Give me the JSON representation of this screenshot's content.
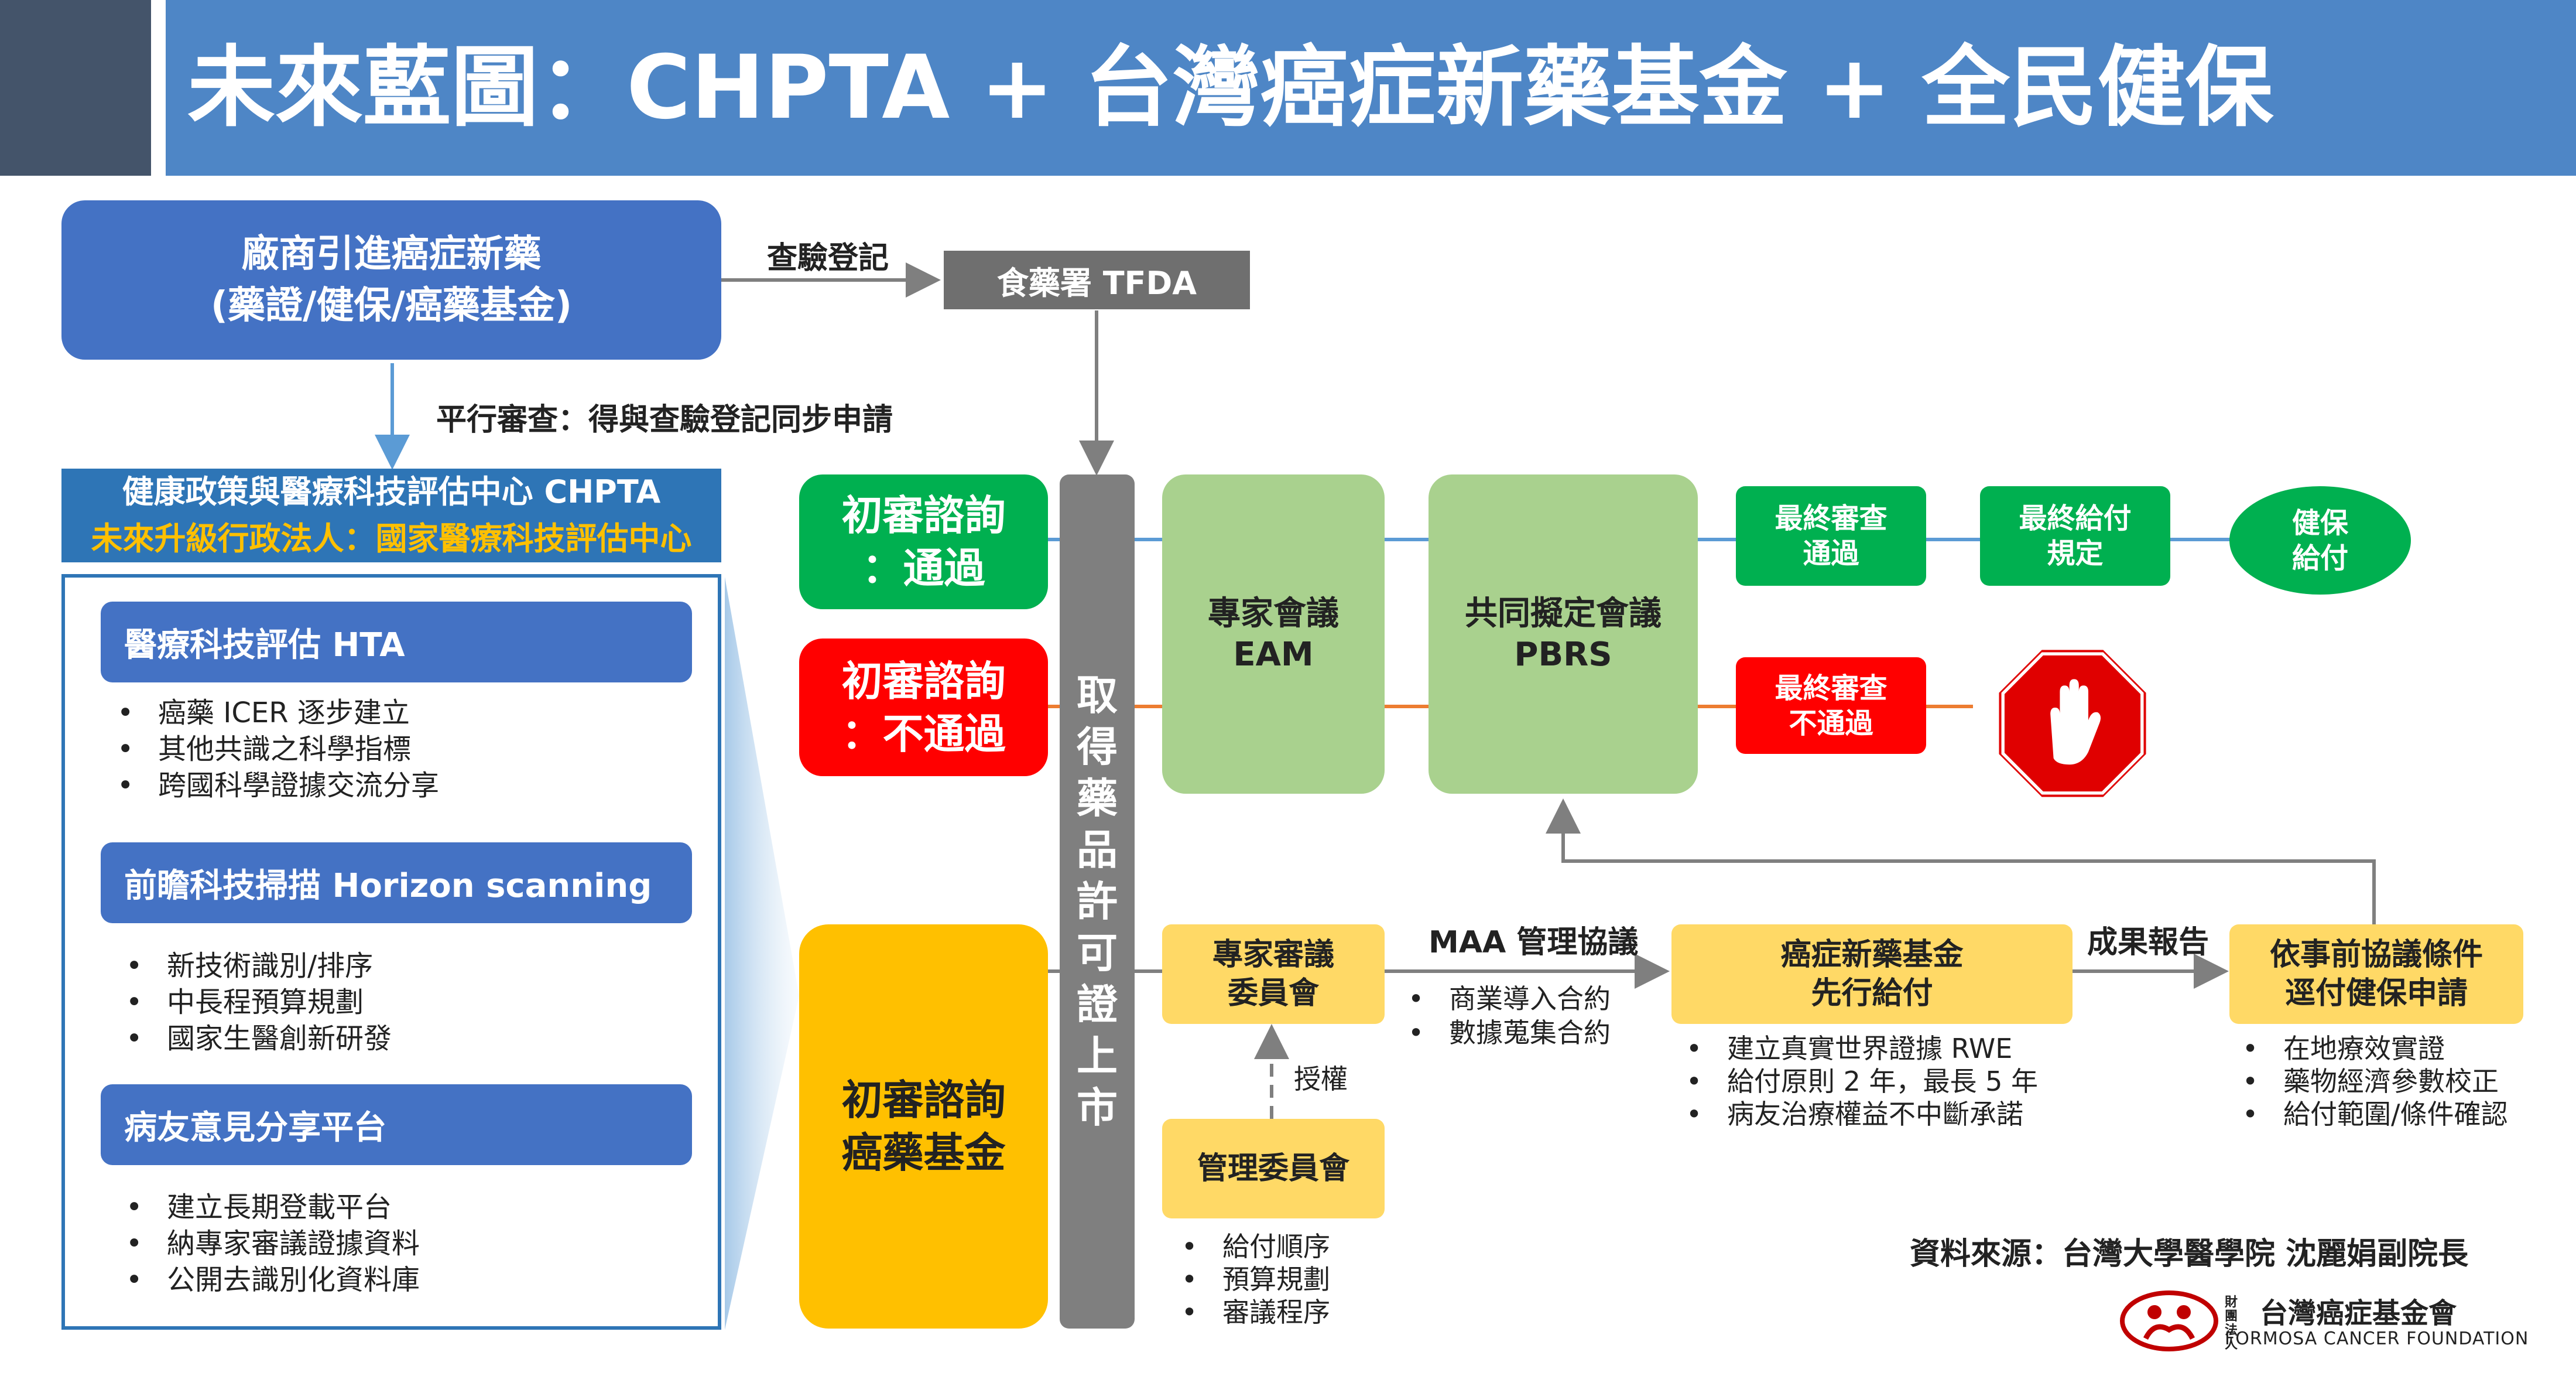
{
  "header": {
    "title": "未來藍圖：CHPTA + 台灣癌症新藥基金 + 全民健保"
  },
  "vendor_box": {
    "line1": "廠商引進癌症新藥",
    "line2": "(藥證/健保/癌藥基金)"
  },
  "label_registration": "查驗登記",
  "tfda_box": "食藥署 TFDA",
  "label_parallel": "平行審查：得與查驗登記同步申請",
  "chpta": {
    "header_line1": "健康政策與醫療科技評估中心 CHPTA",
    "header_line2": "未來升級行政法人：國家醫療科技評估中心",
    "sections": [
      {
        "title": "醫療科技評估 HTA",
        "items": [
          "癌藥 ICER 逐步建立",
          "其他共識之科學指標",
          "跨國科學證據交流分享"
        ]
      },
      {
        "title": "前瞻科技掃描 Horizon scanning",
        "items": [
          "新技術識別/排序",
          "中長程預算規劃",
          "國家生醫創新研發"
        ]
      },
      {
        "title": "病友意見分享平台",
        "items": [
          "建立長期登載平台",
          "納專家審議證據資料",
          "公開去識別化資料庫"
        ]
      }
    ]
  },
  "consult_pass": {
    "line1": "初審諮詢",
    "line2": "：通過"
  },
  "consult_fail": {
    "line1": "初審諮詢",
    "line2": "：不通過"
  },
  "consult_fund": {
    "line1": "初審諮詢",
    "line2": "癌藥基金"
  },
  "license_bar": [
    "取",
    "得",
    "藥",
    "品",
    "許",
    "可",
    "證",
    "上",
    "市"
  ],
  "eam_box": {
    "line1": "專家會議",
    "line2": "EAM"
  },
  "pbrs_box": {
    "line1": "共同擬定會議",
    "line2": "PBRS"
  },
  "final_pass": {
    "line1": "最終審查",
    "line2": "通過"
  },
  "final_payment": {
    "line1": "最終給付",
    "line2": "規定"
  },
  "nhi_pay": {
    "line1": "健保",
    "line2": "給付"
  },
  "final_fail": {
    "line1": "最終審查",
    "line2": "不通過"
  },
  "stop_icon": "stop-hand-icon",
  "expert_committee": {
    "line1": "專家審議",
    "line2": "委員會",
    "items": []
  },
  "label_maa": "MAA 管理協議",
  "maa_items": [
    "商業導入合約",
    "數據蒐集合約"
  ],
  "fund_box": {
    "line1": "癌症新藥基金",
    "line2": "先行給付",
    "items": [
      "建立真實世界證據 RWE",
      "給付原則 2 年，最長 5 年",
      "病友治療權益不中斷承諾"
    ]
  },
  "label_report": "成果報告",
  "nhi_apply": {
    "line1": "依事前協議條件",
    "line2": "逕付健保申請",
    "items": [
      "在地療效實證",
      "藥物經濟參數校正",
      "給付範圍/條件確認"
    ]
  },
  "label_authorize": "授權",
  "mgmt_committee": {
    "label": "管理委員會",
    "items": [
      "給付順序",
      "預算規劃",
      "審議程序"
    ]
  },
  "source": "資料來源：台灣大學醫學院 沈麗娟副院長",
  "logo": {
    "prefix": "財團法人",
    "name": "台灣癌症基金會",
    "sub": "FORMOSA CANCER FOUNDATION"
  },
  "colors": {
    "blue": "#4472c4",
    "green": "#00b050",
    "red": "#ff0000",
    "orange": "#ffc000",
    "light_green": "#a9d18e",
    "light_yellow": "#ffd966",
    "gray": "#7f7f7f"
  }
}
